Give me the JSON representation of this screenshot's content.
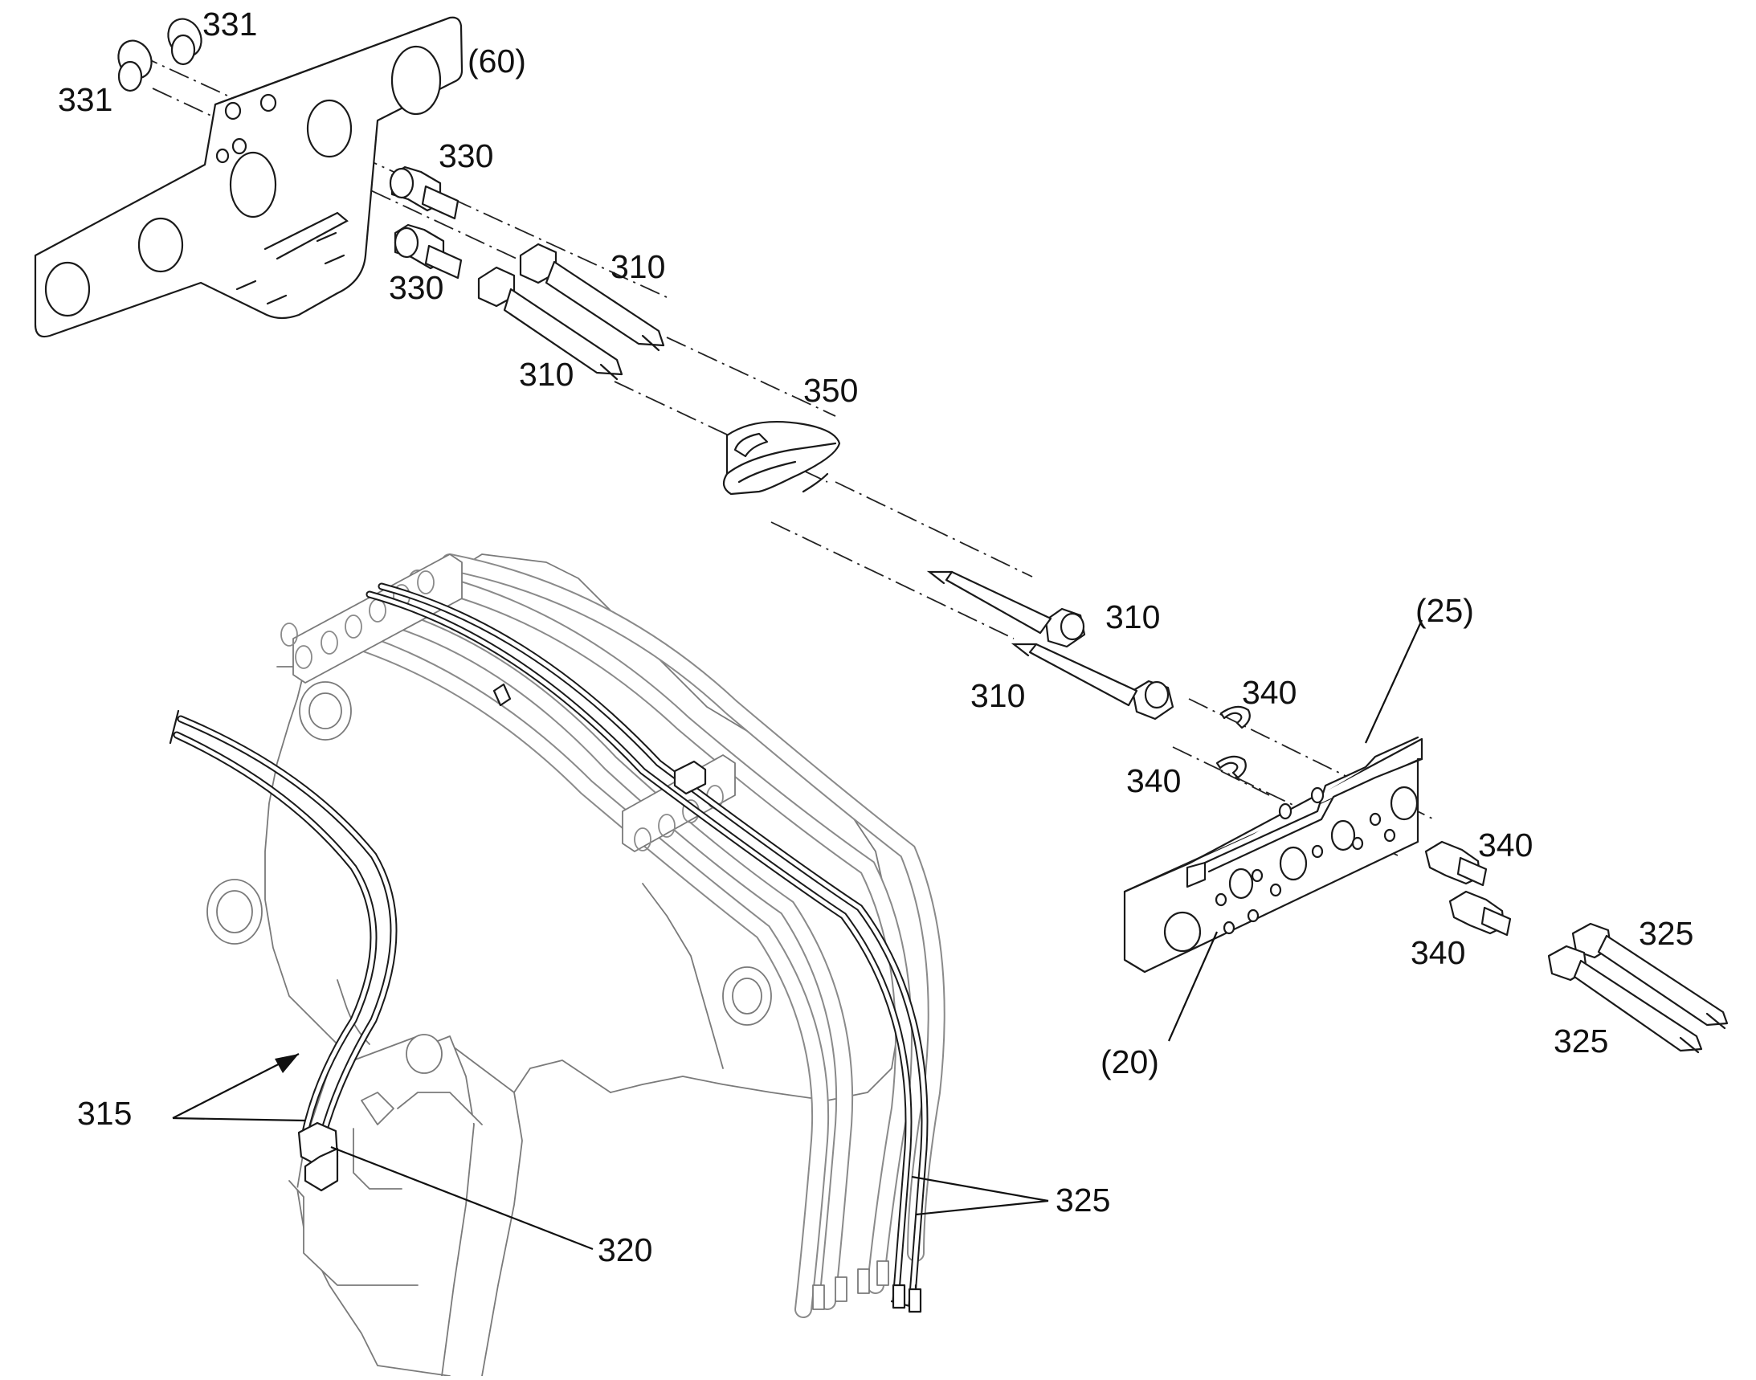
{
  "colors": {
    "ink": "#1a1a1a",
    "light_ink": "#8a8a8a",
    "background": "#ffffff"
  },
  "labels": {
    "bracket_60": "(60)",
    "bracket_25": "(25)",
    "block_20": "(20)",
    "ring_331_top": "331",
    "ring_331_left": "331",
    "adapter_330_top": "330",
    "adapter_330_bottom": "330",
    "hose_310_upper_right": "310",
    "hose_310_upper_left": "310",
    "clamp_350": "350",
    "hose_310_lower_top": "310",
    "hose_310_lower_left": "310",
    "clip_340_top": "340",
    "clip_340_left": "340",
    "adapter_340_right": "340",
    "adapter_340_lower": "340",
    "hose_325_right_top": "325",
    "hose_325_right_bottom": "325",
    "hose_325_boom": "325",
    "hose_315": "315",
    "fitting_320": "320"
  }
}
